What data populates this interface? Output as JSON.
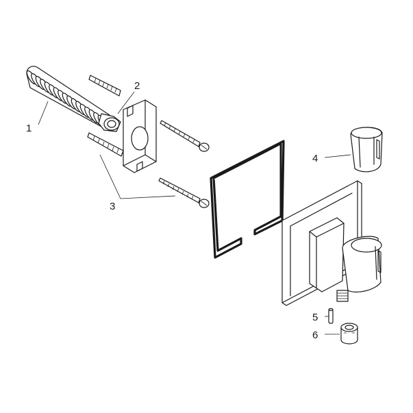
{
  "diagram": {
    "callouts": [
      {
        "id": "1",
        "label": "1",
        "part": "flexible-hose"
      },
      {
        "id": "2",
        "label": "2",
        "part": "mounting-bracket"
      },
      {
        "id": "3",
        "label": "3",
        "part": "screws-and-dowels"
      },
      {
        "id": "4",
        "label": "4",
        "part": "shower-holder-insert"
      },
      {
        "id": "5",
        "label": "5",
        "part": "pin"
      },
      {
        "id": "6",
        "label": "6",
        "part": "threaded-nut"
      }
    ],
    "colors": {
      "line": "#1a1a1a",
      "background": "#ffffff"
    }
  }
}
